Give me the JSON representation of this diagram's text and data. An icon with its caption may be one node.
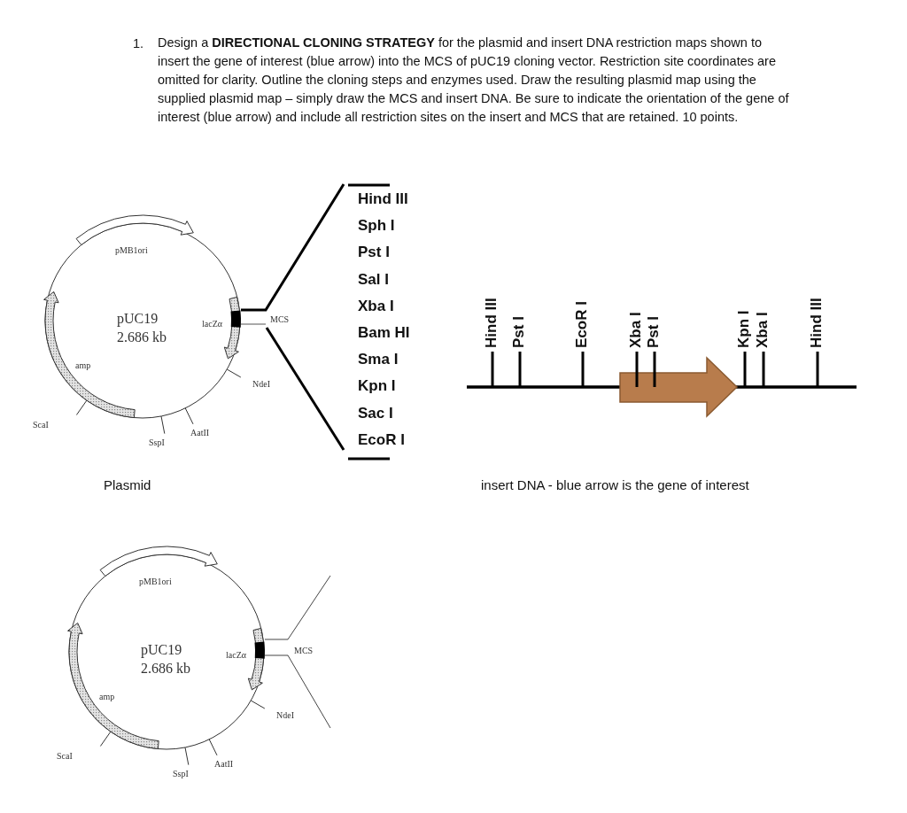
{
  "diagram": {
    "title": "Design a **DIRECTIONAL CLONING STRATEGY** for the plasmid and insert DNA restriction maps shown to insert the gene of interest (blue arrow) into the MCS of pUC19 cloning vector. Restriction site coordinates are omitted for clarity.  Outline the cloning steps and enzymes used. Draw the resulting plasmid map using the supplied plasmid map – simply draw the MCS and insert DNA.  Be sure to indicate the orientation of the gene of interest (blue arrow) and include all restriction sites on the insert and MCS that are retained. 10 points.",
    "labels": [
      "1.",
      "pMB1ori",
      "pUC19",
      "2.686 kb",
      "lacZα",
      "MCS",
      "amp",
      "NdeI",
      "ScaI",
      "AatII",
      "SspI",
      "Hind III",
      "Sph I",
      "Pst I",
      "Sal I",
      "Xba I",
      "Bam HI",
      "Sma I",
      "Kpn I",
      "Sac I",
      "EcoR I",
      "Hind III",
      "Pst I",
      "EcoR I",
      "Xba I",
      "Pst I",
      "Kpn I",
      "Xba I",
      "Hind III",
      "Plasmid",
      "insert DNA  - blue arrow is the gene of interest",
      "pMB1ori",
      "pUC19",
      "2.686 kb",
      "lacZα",
      "MCS",
      "amp",
      "NdeI",
      "ScaI",
      "AatII",
      "SspI"
    ]
  }
}
